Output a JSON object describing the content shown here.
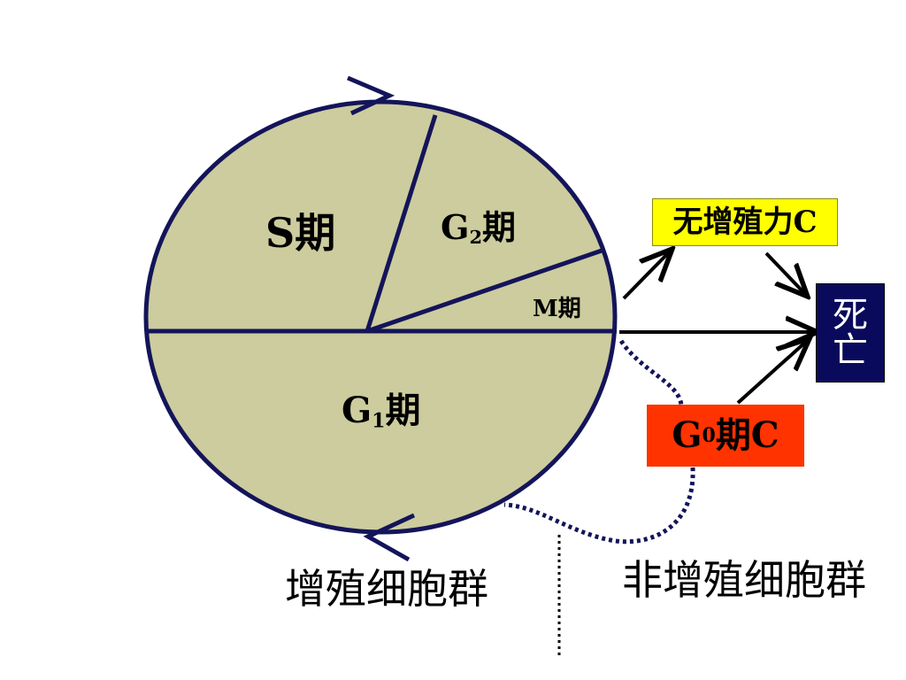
{
  "phases": {
    "s": {
      "letter": "S",
      "suffix": "期"
    },
    "g2": {
      "letter": "G",
      "sub": "2",
      "suffix": "期"
    },
    "m": {
      "text": "M期"
    },
    "g1": {
      "letter": "G",
      "sub": "1",
      "suffix": "期"
    }
  },
  "boxes": {
    "no_prolif": {
      "text": "无增殖力C",
      "bg": "#ffff00"
    },
    "death": {
      "line1": "死",
      "line2": "亡",
      "bg": "#0a0a5c"
    },
    "g0": {
      "letter": "G",
      "sub": "0",
      "suffix": "期C",
      "bg": "#ff3300"
    }
  },
  "captions": {
    "proliferating": "增殖细胞群",
    "non_proliferating": "非增殖细胞群"
  },
  "colors": {
    "circle_fill": "#cccc9e",
    "outline": "#14145a"
  }
}
